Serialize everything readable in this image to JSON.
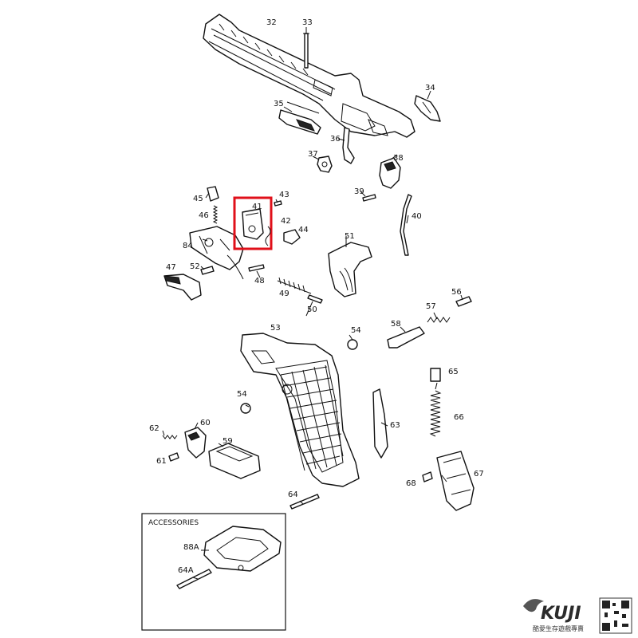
{
  "parts": {
    "p32": "32",
    "p33": "33",
    "p34": "34",
    "p35": "35",
    "p36": "36",
    "p37": "37",
    "p38": "38",
    "p39": "39",
    "p40": "40",
    "p41": "41",
    "p42": "42",
    "p43": "43",
    "p44": "44",
    "p45": "45",
    "p46": "46",
    "p47": "47",
    "p48": "48",
    "p49": "49",
    "p50": "50",
    "p51": "51",
    "p52": "52",
    "p53": "53",
    "p54a": "54",
    "p54b": "54",
    "p56": "56",
    "p57": "57",
    "p58": "58",
    "p59": "59",
    "p60": "60",
    "p61": "61",
    "p62": "62",
    "p63": "63",
    "p64": "64",
    "p65": "65",
    "p66": "66",
    "p67": "67",
    "p68": "68",
    "p84": "84",
    "p88a": "88A",
    "p64a": "64A"
  },
  "accessories": {
    "title": "ACCESSORIES"
  },
  "highlight": {
    "part": "41",
    "color": "#e0101a"
  },
  "brand": {
    "logo": "KUJI",
    "subtitle": "酷愛生存遊戲專賣"
  },
  "colors": {
    "line": "#111111",
    "background": "#ffffff",
    "highlight": "#e0101a"
  }
}
